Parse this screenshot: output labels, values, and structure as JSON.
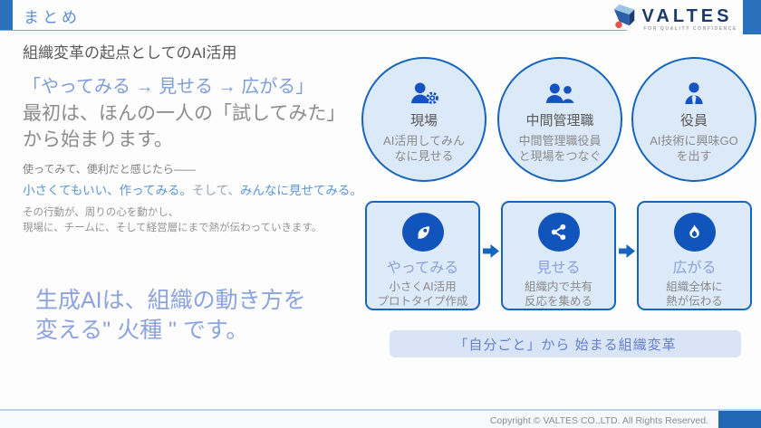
{
  "header": {
    "title": "まとめ",
    "logo": {
      "name": "VALTES",
      "tagline": "FOR QUALITY CONFIDENCE"
    }
  },
  "left": {
    "heading": "組織変革の起点としてのAI活用",
    "flow_quote": "「やってみる → 見せる → 広がる」",
    "intro_line1": "最初は、ほんの一人の「試してみた」",
    "intro_line2": "から始まります。",
    "note1": "使ってみて、便利だと感じたら——",
    "note2_blue1": "小さくてもいい、作ってみる。",
    "note2_gray": "そして、",
    "note2_blue2": "みんなに見せてみる。",
    "note3_line1": "その行動が、周りの心を動かし、",
    "note3_line2": "現場に、チームに、そして経営層にまで熱が伝わっていきます。",
    "statement_line1": "生成AIは、組織の動き方を",
    "statement_line2": "変える\" 火種 \" です。"
  },
  "circles": [
    {
      "icon": "user-gear-icon",
      "title": "現場",
      "desc_line1": "AI活用してみん",
      "desc_line2": "なに見せる"
    },
    {
      "icon": "users-icon",
      "title": "中間管理職",
      "desc_line1": "中間管理職役員",
      "desc_line2": "と現場をつなぐ"
    },
    {
      "icon": "user-tie-icon",
      "title": "役員",
      "desc_line1": "AI技術に興味GO",
      "desc_line2": "を出す"
    }
  ],
  "steps": [
    {
      "icon": "rocket-icon",
      "title": "やってみる",
      "desc_line1": "小さくAI活用",
      "desc_line2": "プロトタイプ作成"
    },
    {
      "icon": "share-icon",
      "title": "見せる",
      "desc_line1": "組織内で共有",
      "desc_line2": "反応を集める"
    },
    {
      "icon": "flame-icon",
      "title": "広がる",
      "desc_line1": "組織全体に",
      "desc_line2": "熱が伝わる"
    }
  ],
  "banner": {
    "text": "「自分ごと」から 始まる組織変革"
  },
  "footer": {
    "copyright": "Copyright © VALTES CO.,LTD. All Rights Reserved."
  },
  "colors": {
    "accent_blue": "#2a70ba",
    "shape_border_blue": "#1565c0",
    "shape_fill_light_blue": "#dce9f8",
    "icon_blue": "#1553c4",
    "title_light_blue": "#8b9fdd",
    "footer_bar_blue": "#2268b4"
  }
}
